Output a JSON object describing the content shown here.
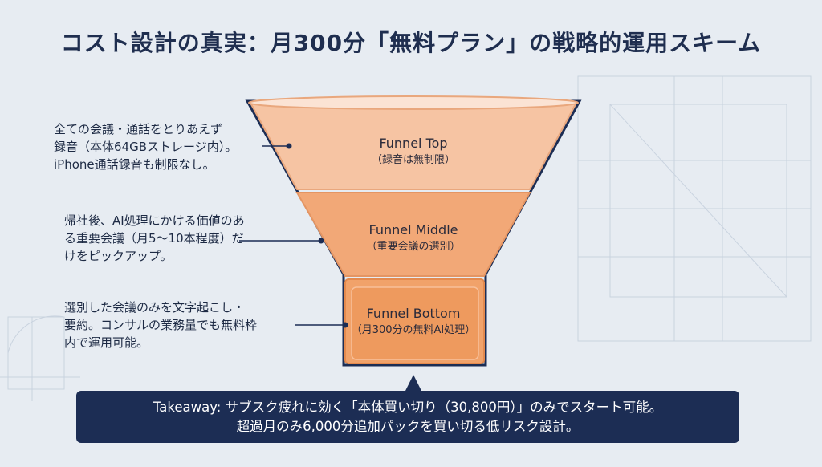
{
  "title": "コスト設計の真実：月300分「無料プラン」の戦略的運用スキーム",
  "stages": [
    {
      "name": "Funnel Top",
      "subtitle": "（録音は無制限）",
      "note_lines": [
        "全ての会議・通話をとりあえず",
        "録音（本体64GBストレージ内）。",
        "iPhone通話録音も制限なし。"
      ]
    },
    {
      "name": "Funnel Middle",
      "subtitle": "（重要会議の選別）",
      "note_lines": [
        "帰社後、AI処理にかける価値のあ",
        "る重要会議（月5〜10本程度）だ",
        "けをピックアップ。"
      ]
    },
    {
      "name": "Funnel Bottom",
      "subtitle": "（月300分の無料AI処理）",
      "note_lines": [
        "選別した会議のみを文字起こし・",
        "要約。コンサルの業務量でも無料枠",
        "内で運用可能。"
      ]
    }
  ],
  "takeaway": {
    "line1": "Takeaway: サブスク疲れに効く「本体買い切り（30,800円）」のみでスタート可能。",
    "line2": "超過月のみ6,000分追加パックを買い切る低リスク設計。"
  },
  "colors": {
    "navy": "#1c2d54",
    "funnel_top": "#f6c4a3",
    "funnel_middle": "#f2a877",
    "funnel_bottom": "#ee9a5e",
    "background": "#e7ecf2"
  }
}
